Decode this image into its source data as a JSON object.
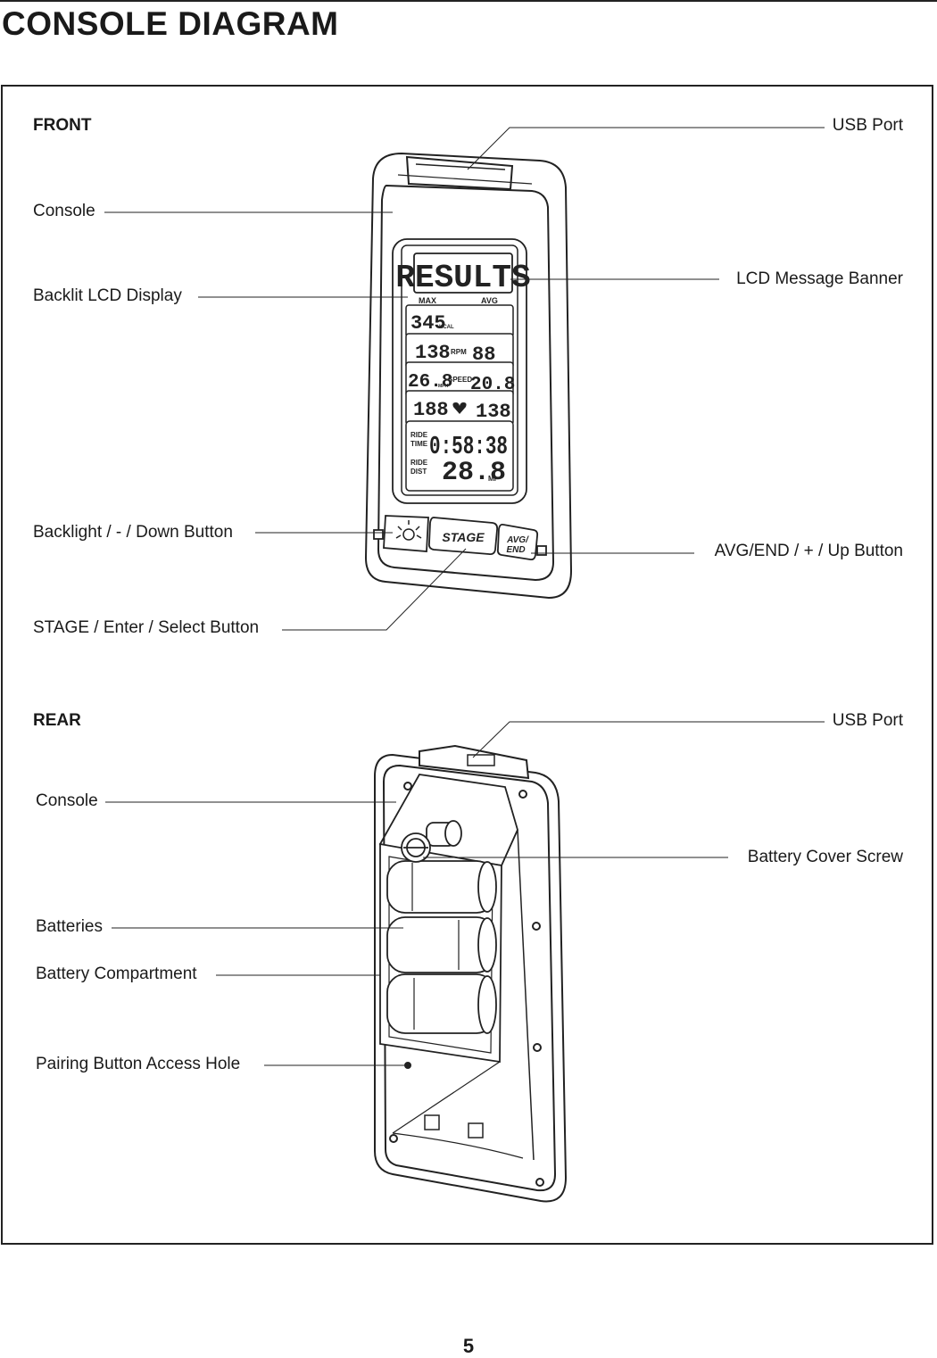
{
  "page": {
    "title": "CONSOLE DIAGRAM",
    "page_number": "5"
  },
  "front": {
    "heading": "FRONT",
    "labels": {
      "usb_port": "USB Port",
      "console": "Console",
      "lcd_message_banner": "LCD Message Banner",
      "backlit_lcd_display": "Backlit LCD Display",
      "backlight_button": "Backlight / - / Down Button",
      "avg_end_button": "AVG/END / + / Up Button",
      "stage_button": "STAGE / Enter / Select Button"
    },
    "display": {
      "banner": "RESULTS",
      "max": "MAX",
      "avg": "AVG",
      "kcal_value": "345",
      "kcal_unit": "KCAL",
      "rpm_left": "138",
      "rpm_label": "RPM",
      "rpm_right": "88",
      "speed_left": "26.8",
      "speed_unit": "MPH",
      "speed_label": "SPEED",
      "speed_right": "20.8",
      "hr_left": "188",
      "hr_right": "138",
      "ride_time_label_1": "RIDE",
      "ride_time_label_2": "TIME",
      "ride_time_value": "0:58:38",
      "ride_dist_label_1": "RIDE",
      "ride_dist_label_2": "DIST",
      "ride_dist_value": "28.8",
      "ride_dist_unit": "MI"
    },
    "buttons": {
      "stage": "STAGE",
      "avg_top": "AVG/",
      "avg_bottom": "END"
    }
  },
  "rear": {
    "heading": "REAR",
    "labels": {
      "usb_port": "USB Port",
      "console": "Console",
      "battery_cover_screw": "Battery Cover Screw",
      "batteries": "Batteries",
      "battery_compartment": "Battery Compartment",
      "pairing_hole": "Pairing Button Access Hole"
    }
  }
}
